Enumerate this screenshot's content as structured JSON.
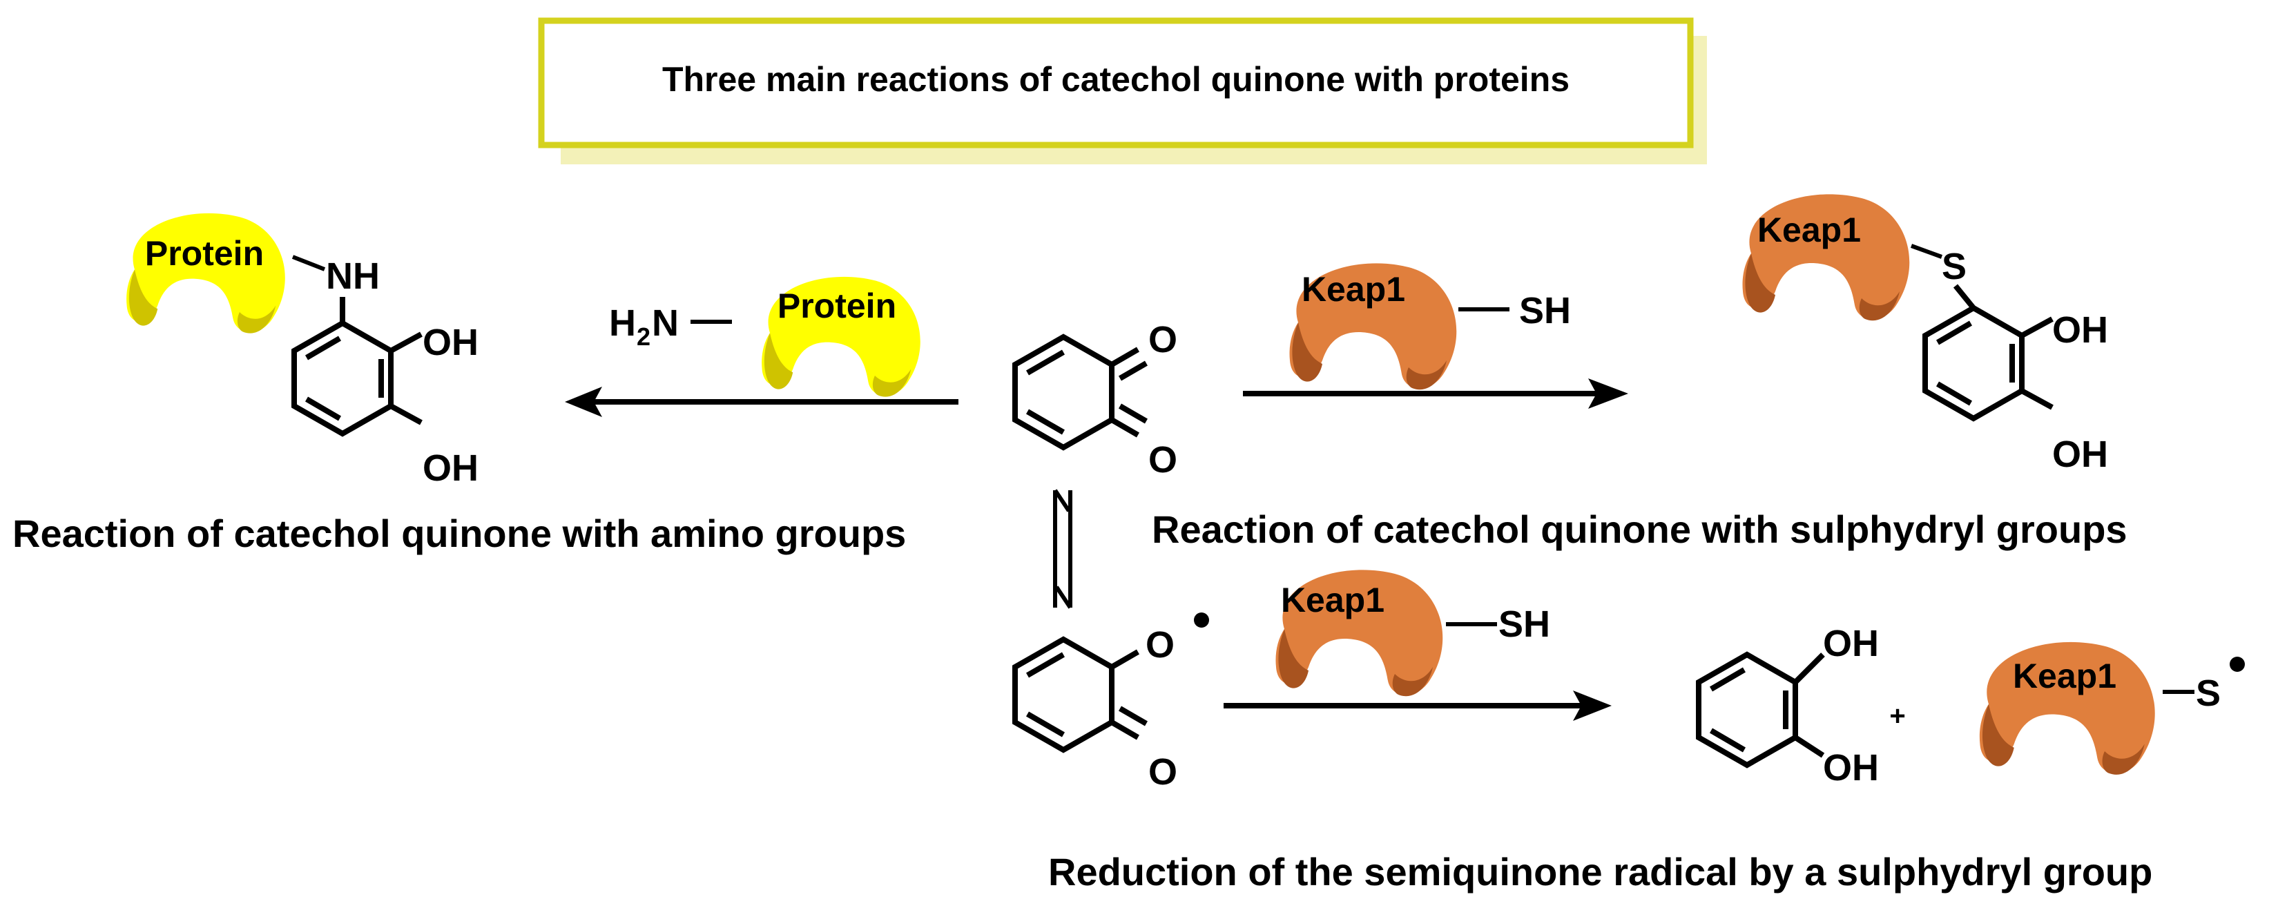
{
  "title": "Three main reactions of catechol quinone with proteins",
  "colors": {
    "title_border": "#D4D21E",
    "title_shadow": "#F3F1B8",
    "protein_fill": "#FFFF00",
    "protein_shade": "#CFC300",
    "keap1_fill": "#E07F3D",
    "keap1_shade": "#A8531F"
  },
  "proteins": {
    "protein_label": "Protein",
    "keap1_label": "Keap1"
  },
  "atoms": {
    "O": "O",
    "OH": "OH",
    "NH": "NH",
    "SH": "SH",
    "S": "S",
    "H": "H",
    "N": "N",
    "sub2": "2",
    "plus": "+"
  },
  "captions": {
    "amino": "Reaction of catechol quinone with amino groups",
    "sulphydryl": "Reaction of catechol quinone with sulphydryl groups",
    "reduction": "Reduction of the semiquinone radical by a sulphydryl group"
  },
  "icons": [
    "protein-blob-icon",
    "keap1-blob-icon",
    "reaction-arrow-icon",
    "equilibrium-arrows-icon",
    "radical-dot-icon"
  ]
}
